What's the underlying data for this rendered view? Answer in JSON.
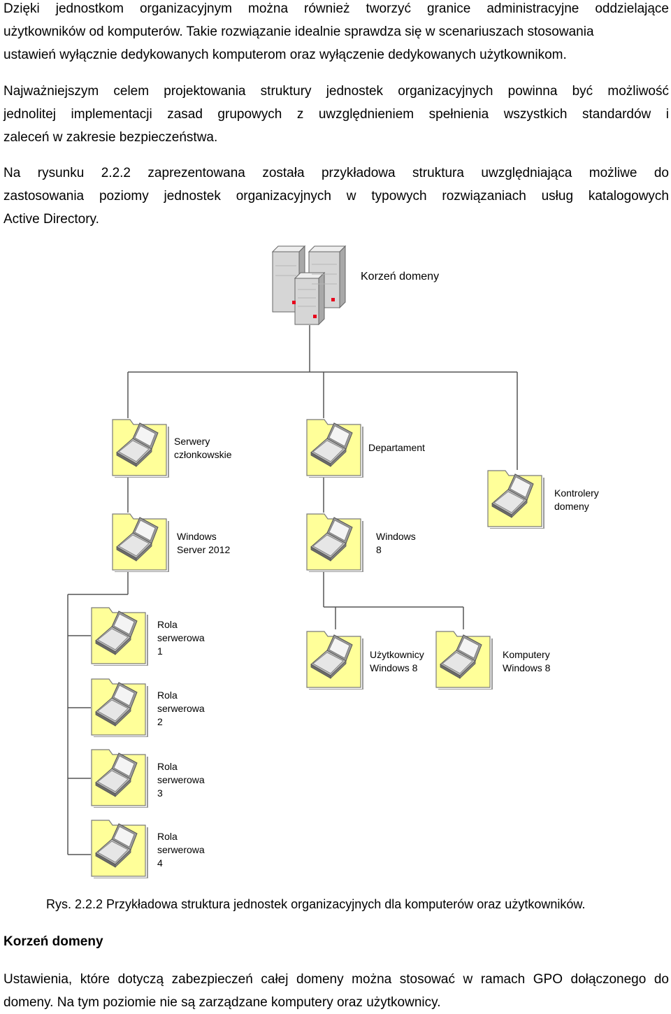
{
  "intro": {
    "lines": [
      "Dzięki jednostkom organizacyjnym można również tworzyć granice administracyjne oddzielające",
      "użytkowników od komputerów. Takie rozwiązanie idealnie sprawdza się w scenariuszach stosowania",
      "ustawień wyłącznie dedykowanych komputerom oraz wyłączenie dedykowanych użytkownikom."
    ]
  },
  "para2": {
    "lines": [
      "Najważniejszym celem projektowania struktury jednostek organizacyjnych powinna być możliwość",
      "jednolitej implementacji zasad grupowych z uwzględnieniem spełnienia wszystkich standardów i",
      "zaleceń w zakresie bezpieczeństwa."
    ]
  },
  "para3": {
    "lines": [
      "Na rysunku 2.2.2 zaprezentowana została przykładowa struktura uwzględniająca możliwe do",
      "zastosowania poziomy jednostek organizacyjnych w typowych rozwiązaniach usług katalogowych",
      "Active Directory."
    ]
  },
  "diagram": {
    "root": {
      "icon": "server-cluster-icon",
      "label": "Korzeń domeny"
    },
    "units": [
      {
        "id": "serwery",
        "icon": "ou-folder-icon",
        "label": [
          "Serwery",
          "członkowskie"
        ]
      },
      {
        "id": "departament",
        "icon": "ou-folder-icon",
        "label": [
          "Departament"
        ]
      },
      {
        "id": "kontrolery",
        "icon": "ou-folder-icon",
        "label": [
          "Kontrolery",
          "domeny"
        ]
      },
      {
        "id": "ws2012",
        "icon": "ou-folder-icon",
        "label": [
          "Windows",
          "Server 2012"
        ]
      },
      {
        "id": "win8",
        "icon": "ou-folder-icon",
        "label": [
          "Windows",
          "8"
        ]
      },
      {
        "id": "rola1",
        "icon": "ou-folder-icon",
        "label": [
          "Rola",
          "serwerowa",
          "1"
        ]
      },
      {
        "id": "rola2",
        "icon": "ou-folder-icon",
        "label": [
          "Rola",
          "serwerowa",
          "2"
        ]
      },
      {
        "id": "rola3",
        "icon": "ou-folder-icon",
        "label": [
          "Rola",
          "serwerowa",
          "3"
        ]
      },
      {
        "id": "rola4",
        "icon": "ou-folder-icon",
        "label": [
          "Rola",
          "serwerowa",
          "4"
        ]
      },
      {
        "id": "uzytkownicy",
        "icon": "ou-folder-icon",
        "label": [
          "Użytkownicy",
          "Windows 8"
        ]
      },
      {
        "id": "komputery",
        "icon": "ou-folder-icon",
        "label": [
          "Komputery",
          "Windows 8"
        ]
      }
    ]
  },
  "caption": "Rys. 2.2.2 Przykładowa struktura jednostek organizacyjnych dla komputerów oraz użytkowników.",
  "heading": "Korzeń domeny",
  "para4": {
    "lines": [
      "Ustawienia, które dotyczą zabezpieczeń całej domeny można stosować w ramach GPO dołączonego do",
      "domeny. Na tym poziomie nie są zarządzane komputery oraz użytkownicy."
    ]
  },
  "colors": {
    "folder_fill": "#ffff99",
    "folder_stroke": "#7a7a7a",
    "server_fill": "#d8d8d8",
    "server_led": "#e8001c",
    "connector": "#555555"
  }
}
